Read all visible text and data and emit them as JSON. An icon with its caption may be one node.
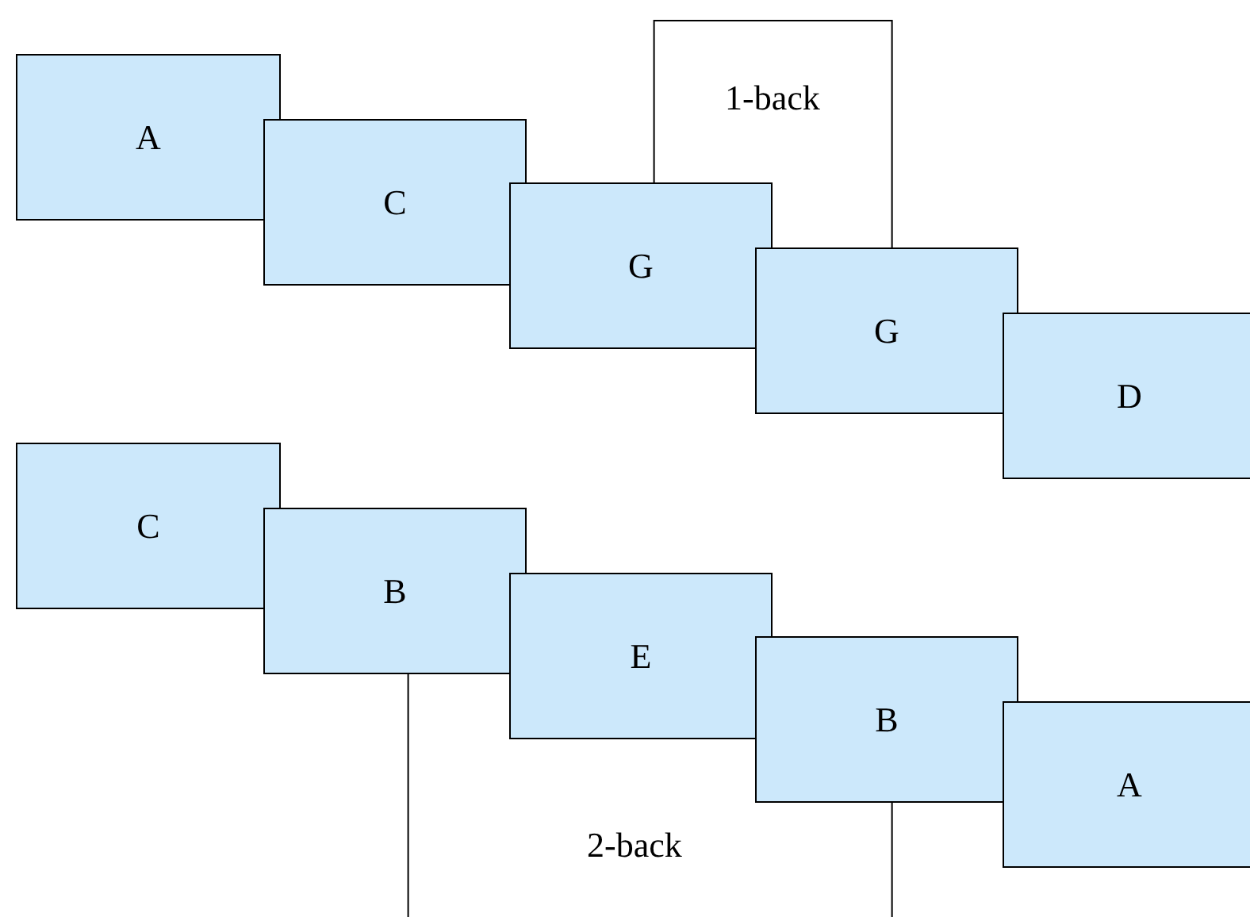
{
  "diagram": {
    "nodes": [
      {
        "text": [
          "A"
        ]
      },
      {
        "text": [
          "C"
        ]
      },
      {
        "text": [
          "G"
        ]
      },
      {
        "text": [
          "G"
        ]
      },
      {
        "text": [
          "D"
        ]
      },
      {
        "text": [
          "C"
        ]
      },
      {
        "text": [
          "B"
        ]
      },
      {
        "text": [
          "E"
        ]
      },
      {
        "text": [
          "B"
        ]
      },
      {
        "text": [
          "A"
        ]
      }
    ],
    "edges": [
      {
        "from": 2,
        "to": 3,
        "arrow": "none",
        "label": "1-back"
      },
      {
        "from": 6,
        "to": 8,
        "arrow": "none",
        "label": "2-back"
      }
    ]
  }
}
